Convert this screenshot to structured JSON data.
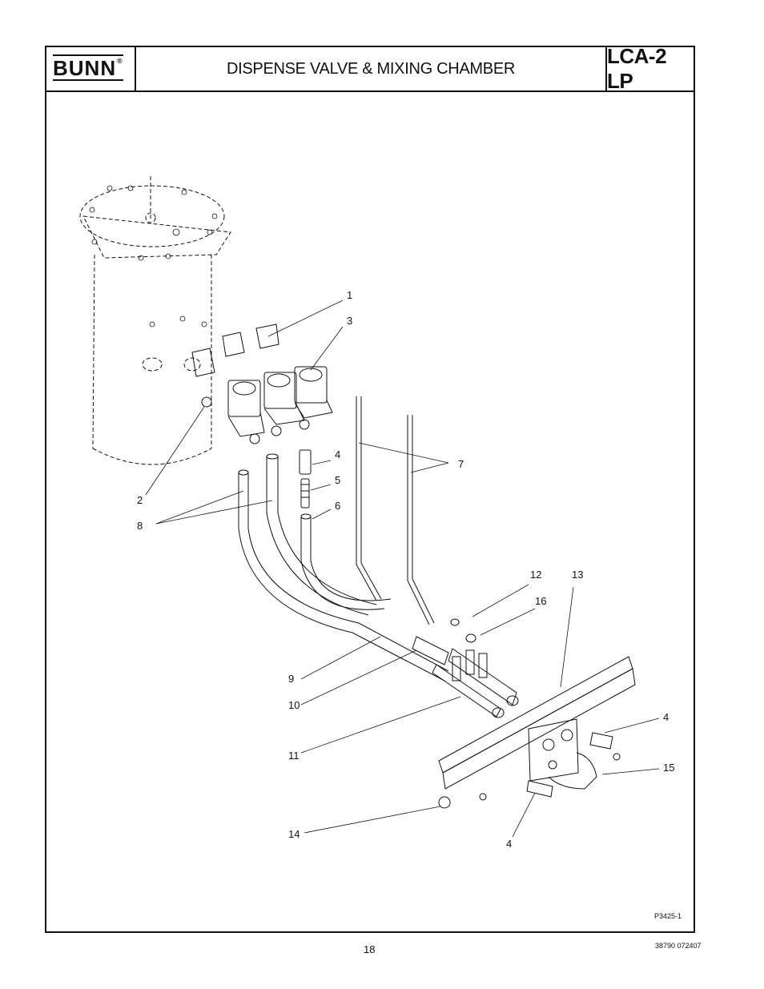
{
  "header": {
    "brand": "BUNN",
    "registered": "®",
    "title": "DISPENSE VALVE & MIXING CHAMBER",
    "model": "LCA-2 LP"
  },
  "callouts": [
    {
      "id": "c1",
      "label": "1"
    },
    {
      "id": "c3",
      "label": "3"
    },
    {
      "id": "c4a",
      "label": "4"
    },
    {
      "id": "c5",
      "label": "5"
    },
    {
      "id": "c6",
      "label": "6"
    },
    {
      "id": "c7",
      "label": "7"
    },
    {
      "id": "c2",
      "label": "2"
    },
    {
      "id": "c8",
      "label": "8"
    },
    {
      "id": "c12",
      "label": "12"
    },
    {
      "id": "c13",
      "label": "13"
    },
    {
      "id": "c16",
      "label": "16"
    },
    {
      "id": "c9",
      "label": "9"
    },
    {
      "id": "c10",
      "label": "10"
    },
    {
      "id": "c4b",
      "label": "4"
    },
    {
      "id": "c15",
      "label": "15"
    },
    {
      "id": "c11",
      "label": "11"
    },
    {
      "id": "c14",
      "label": "14"
    },
    {
      "id": "c4c",
      "label": "4"
    }
  ],
  "figure_id": "P3425-1",
  "footer": {
    "page_number": "18",
    "doc_number": "38790 072407"
  }
}
